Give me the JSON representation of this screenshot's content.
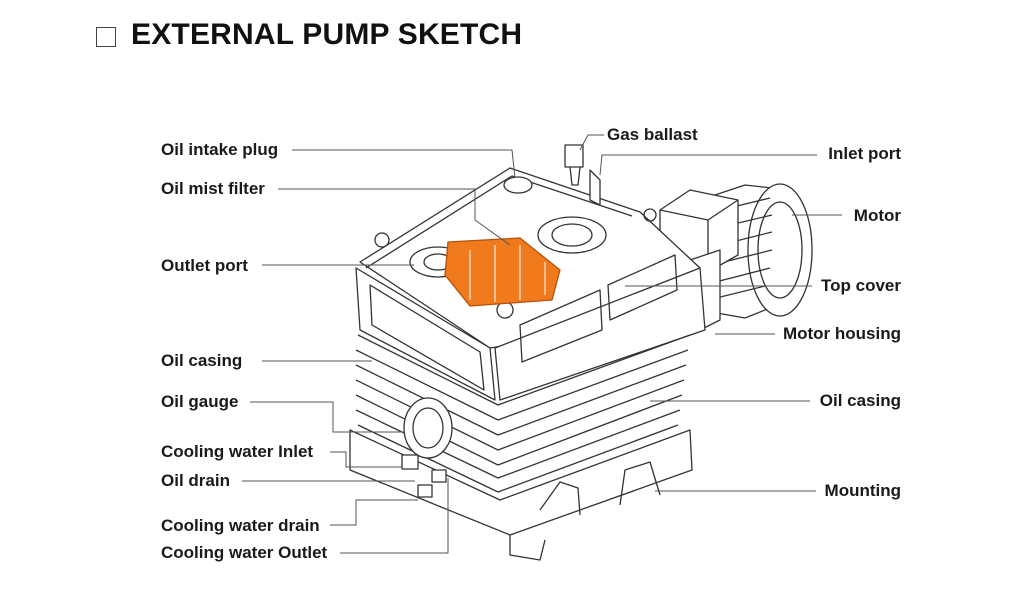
{
  "title": "EXTERNAL PUMP SKETCH",
  "labels": {
    "oil_intake_plug": "Oil intake plug",
    "oil_mist_filter": "Oil mist filter",
    "outlet_port": "Outlet port",
    "oil_casing_left": "Oil casing",
    "oil_gauge": "Oil gauge",
    "cooling_water_inlet": "Cooling water Inlet",
    "oil_drain": "Oil drain",
    "cooling_water_drain": "Cooling water drain",
    "cooling_water_outlet": "Cooling water Outlet",
    "gas_ballast": "Gas ballast",
    "inlet_port": "Inlet port",
    "motor": "Motor",
    "top_cover": "Top cover",
    "motor_housing": "Motor housing",
    "oil_casing_right": "Oil casing",
    "mounting": "Mounting"
  },
  "colors": {
    "line": "#333333",
    "accent": "#f07a1c",
    "text": "#1a1a1a"
  }
}
